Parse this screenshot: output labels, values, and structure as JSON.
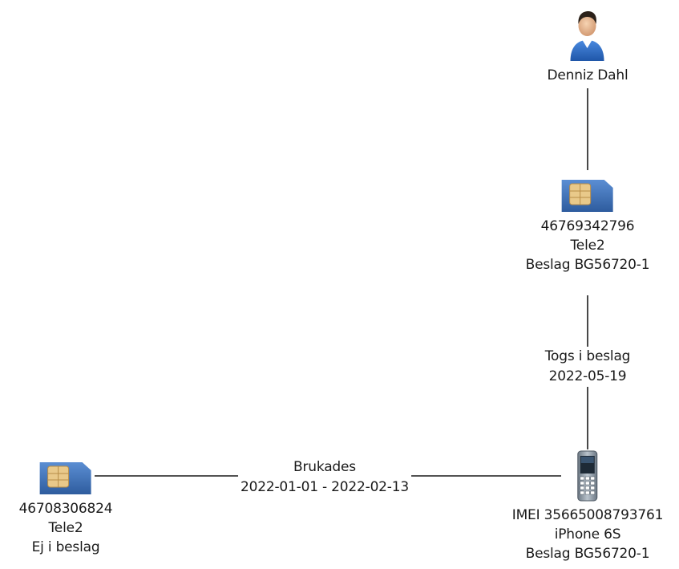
{
  "nodes": {
    "person": {
      "name": "Denniz Dahl",
      "icon": "person-icon"
    },
    "sim_top": {
      "icon": "sim-card-icon",
      "number": "46769342796",
      "operator": "Tele2",
      "status": "Beslag BG56720-1"
    },
    "phone": {
      "icon": "mobile-phone-icon",
      "imei": "IMEI 35665008793761",
      "model": "iPhone 6S",
      "status": "Beslag BG56720-1"
    },
    "sim_left": {
      "icon": "sim-card-icon",
      "number": "46708306824",
      "operator": "Tele2",
      "status": "Ej i beslag"
    }
  },
  "edges": {
    "seized": {
      "label": "Togs i beslag",
      "date": "2022-05-19"
    },
    "used": {
      "label": "Brukades",
      "period": "2022-01-01 - 2022-02-13"
    }
  },
  "colors": {
    "edge_line": "#1a1a1a",
    "sim_body": "#3f6fb0",
    "sim_chip": "#e9c98a",
    "person_shirt": "#2f6fc4",
    "phone_body": "#8e9aa6"
  }
}
